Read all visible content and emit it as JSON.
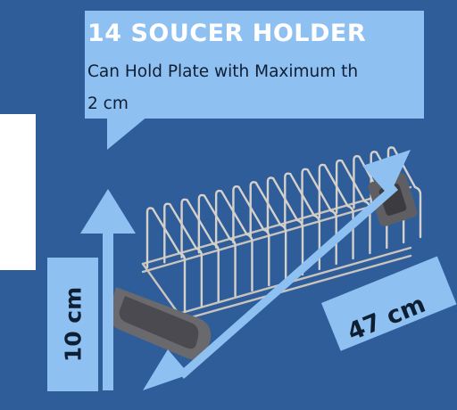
{
  "callout": {
    "title": "14 SOUCER HOLDER",
    "line1": "Can Hold Plate with Maximum th",
    "line2": "2 cm"
  },
  "dimensions": {
    "height": "10 cm",
    "length": "47 cm"
  },
  "colors": {
    "background": "#2f5d9a",
    "callout": "#8ec1f2",
    "arrow": "#8ec1f2",
    "wire": "#c8c4be",
    "handle": "#6b6b6b"
  },
  "icons": {
    "height_arrow": "up-arrow-icon",
    "length_arrow": "double-headed-arrow-icon"
  }
}
